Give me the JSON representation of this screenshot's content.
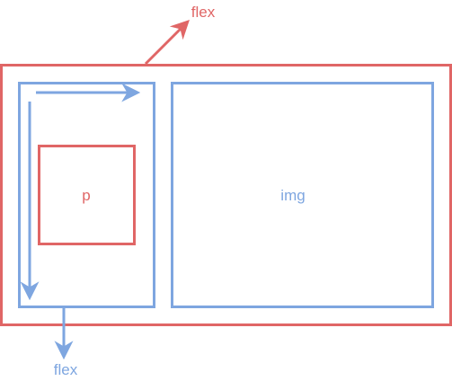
{
  "labels": {
    "outer_flex": "flex",
    "inner_flex": "flex",
    "p": "p",
    "img": "img"
  },
  "colors": {
    "red": "#e06666",
    "blue": "#7ea6e0",
    "background": "#ffffff"
  },
  "icons": {
    "outer_flex_arrow": "arrow-up-right-icon",
    "inner_flex_arrow": "arrow-down-icon",
    "main_axis_arrow": "arrow-right-icon",
    "cross_axis_arrow": "arrow-down-icon"
  }
}
